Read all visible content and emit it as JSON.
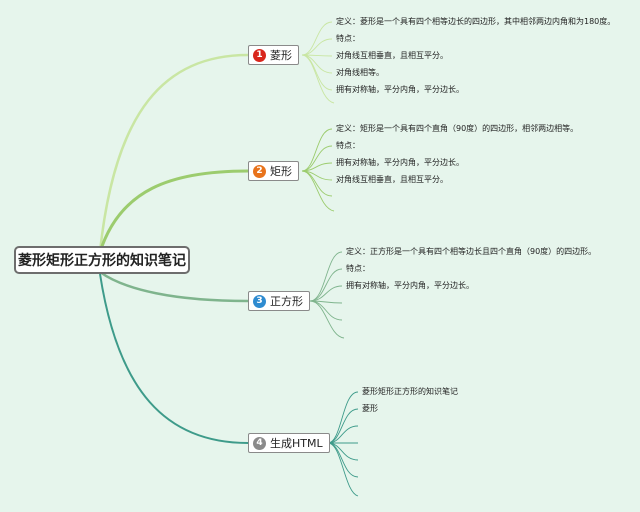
{
  "root": {
    "title": "菱形矩形正方形的知识笔记"
  },
  "colors": {
    "background": "#e6f5ec",
    "branch_1_line": "#c9e6a3",
    "branch_2_line": "#9ccc6e",
    "branch_3_line": "#7fb48d",
    "branch_4_line": "#3e9b8a",
    "badge_1": "#d9261c",
    "badge_2": "#e8731b",
    "badge_3": "#2e8bd0",
    "badge_4": "#8a8a8a"
  },
  "branches": [
    {
      "number": "1",
      "label": "菱形",
      "icon": "number-badge-red",
      "items": [
        "定义：菱形是一个具有四个相等边长的四边形，其中相邻两边内角和为180度。",
        "特点：",
        "对角线互相垂直，且相互平分。",
        "对角线相等。",
        "拥有对称轴，平分内角，平分边长。"
      ]
    },
    {
      "number": "2",
      "label": "矩形",
      "icon": "number-badge-orange",
      "items": [
        "定义：矩形是一个具有四个直角（90度）的四边形，相邻两边相等。",
        "特点：",
        "拥有对称轴，平分内角，平分边长。",
        "对角线互相垂直，且相互平分。"
      ]
    },
    {
      "number": "3",
      "label": "正方形",
      "icon": "number-badge-blue",
      "items": [
        "定义：正方形是一个具有四个相等边长且四个直角（90度）的四边形。",
        "特点：",
        "拥有对称轴，平分内角，平分边长。"
      ]
    },
    {
      "number": "4",
      "label": "生成HTML",
      "icon": "number-badge-gray",
      "items": [
        "菱形矩形正方形的知识笔记",
        "菱形"
      ]
    }
  ]
}
